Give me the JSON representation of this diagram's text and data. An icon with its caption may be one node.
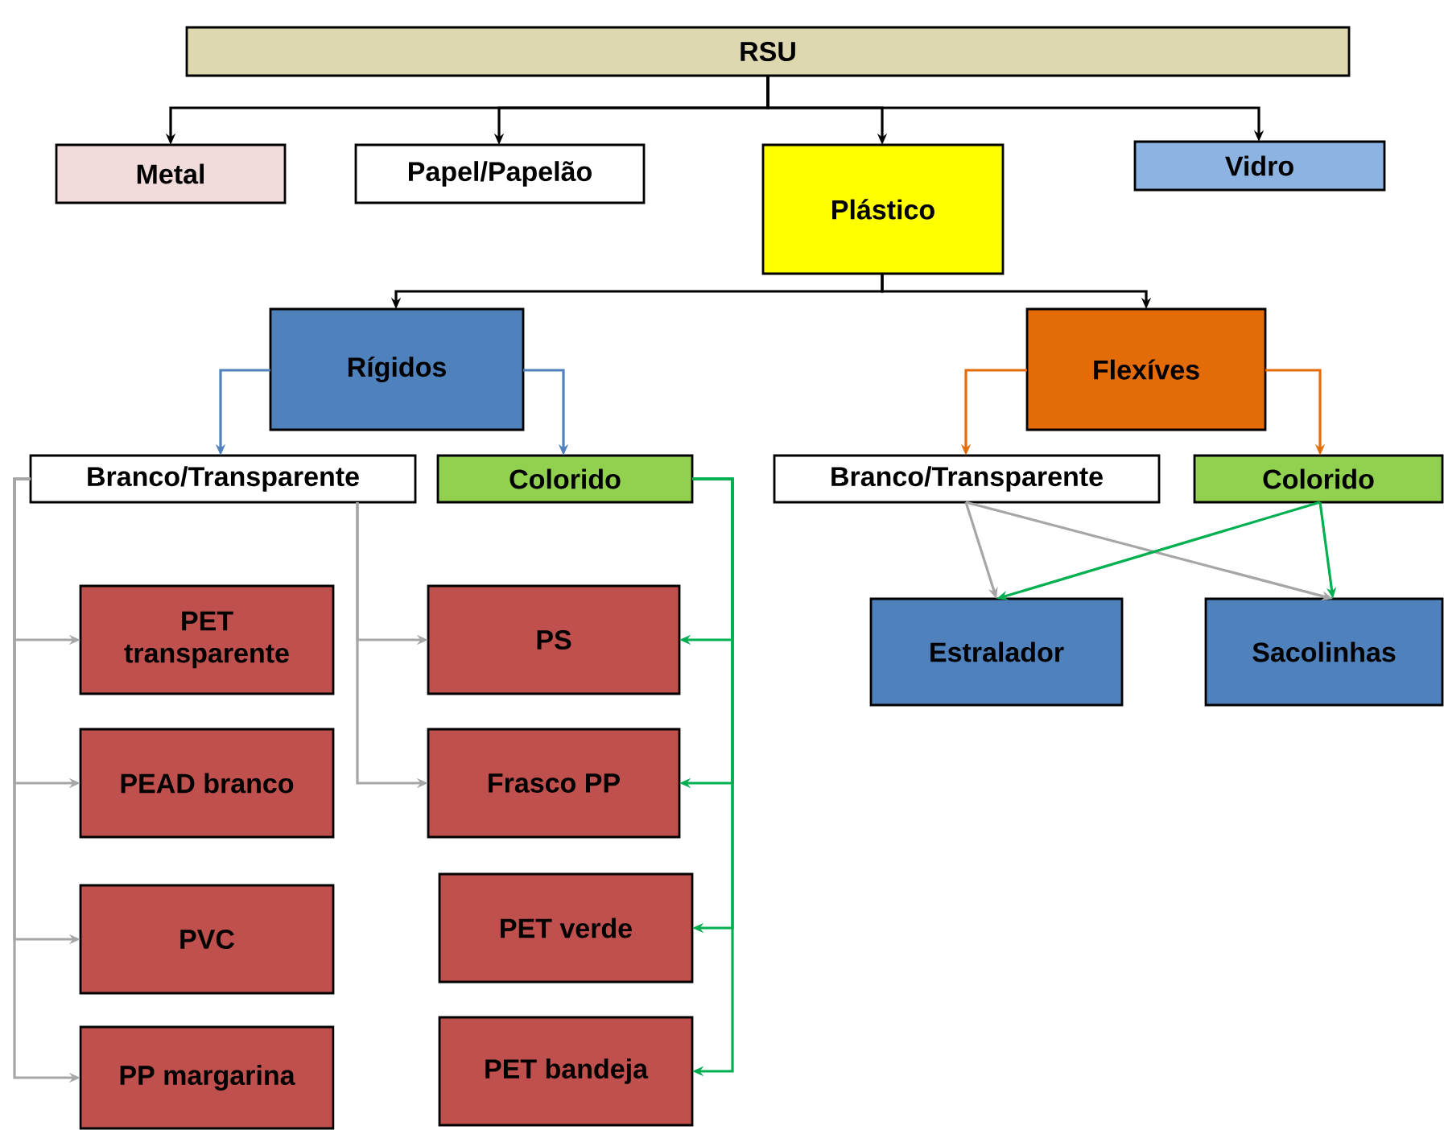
{
  "diagram": {
    "nodes": [
      {
        "text": [
          "RSU"
        ]
      },
      {
        "text": [
          "Metal"
        ]
      },
      {
        "text": [
          "Papel/Papelão"
        ]
      },
      {
        "text": [
          "Plástico"
        ]
      },
      {
        "text": [
          "Vidro"
        ]
      },
      {
        "text": [
          "Rígidos"
        ]
      },
      {
        "text": [
          "Flexíves"
        ]
      },
      {
        "text": [
          "Branco/Transparente"
        ]
      },
      {
        "text": [
          "Colorido"
        ]
      },
      {
        "text": [
          "Branco/Transparente"
        ]
      },
      {
        "text": [
          "Colorido"
        ]
      },
      {
        "text": [
          "PET transparente"
        ]
      },
      {
        "text": [
          "PEAD branco"
        ]
      },
      {
        "text": [
          "PVC"
        ]
      },
      {
        "text": [
          "PP margarina"
        ]
      },
      {
        "text": [
          "PS"
        ]
      },
      {
        "text": [
          "Frasco PP"
        ]
      },
      {
        "text": [
          "PET verde"
        ]
      },
      {
        "text": [
          "PET bandeja"
        ]
      },
      {
        "text": [
          "Estralador"
        ]
      },
      {
        "text": [
          "Sacolinhas"
        ]
      }
    ],
    "edges": [
      {
        "from": 0,
        "to": 1,
        "arrow": "to",
        "color": "#000000"
      },
      {
        "from": 0,
        "to": 2,
        "arrow": "to",
        "color": "#000000"
      },
      {
        "from": 0,
        "to": 3,
        "arrow": "to",
        "color": "#000000"
      },
      {
        "from": 0,
        "to": 4,
        "arrow": "to",
        "color": "#000000"
      },
      {
        "from": 3,
        "to": 5,
        "arrow": "to",
        "color": "#000000"
      },
      {
        "from": 3,
        "to": 6,
        "arrow": "to",
        "color": "#000000"
      },
      {
        "from": 5,
        "to": 7,
        "arrow": "to",
        "color": "#4f81bd"
      },
      {
        "from": 5,
        "to": 8,
        "arrow": "to",
        "color": "#4f81bd"
      },
      {
        "from": 6,
        "to": 9,
        "arrow": "to",
        "color": "#e36c09"
      },
      {
        "from": 6,
        "to": 10,
        "arrow": "to",
        "color": "#e36c09"
      },
      {
        "from": 7,
        "to": 11,
        "arrow": "to"
      },
      {
        "from": 7,
        "to": 12,
        "arrow": "to"
      },
      {
        "from": 7,
        "to": 13,
        "arrow": "to"
      },
      {
        "from": 7,
        "to": 14,
        "arrow": "to"
      },
      {
        "from": 7,
        "to": 15,
        "arrow": "to"
      },
      {
        "from": 7,
        "to": 16,
        "arrow": "to"
      },
      {
        "from": 8,
        "to": 15,
        "arrow": "to",
        "color": "#00b050"
      },
      {
        "from": 8,
        "to": 16,
        "arrow": "to",
        "color": "#00b050"
      },
      {
        "from": 8,
        "to": 17,
        "arrow": "to",
        "color": "#00b050"
      },
      {
        "from": 8,
        "to": 18,
        "arrow": "to",
        "color": "#00b050"
      },
      {
        "from": 9,
        "to": 19,
        "arrow": "to"
      },
      {
        "from": 9,
        "to": 20,
        "arrow": "to"
      },
      {
        "from": 10,
        "to": 19,
        "arrow": "to",
        "color": "#00b050"
      },
      {
        "from": 10,
        "to": 20,
        "arrow": "to",
        "color": "#00b050"
      }
    ]
  }
}
